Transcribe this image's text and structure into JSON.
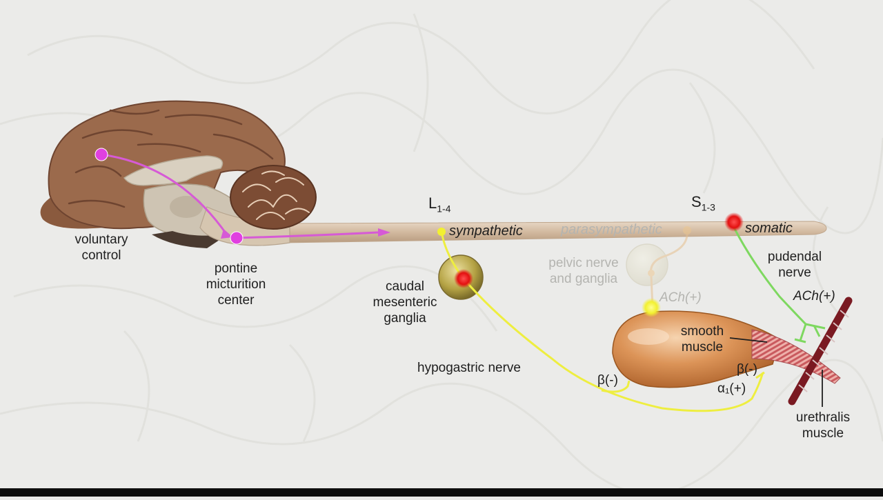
{
  "labels": {
    "voluntary_control": "voluntary\ncontrol",
    "pontine": "pontine\nmicturition\ncenter",
    "L_main": "L",
    "L_sub": "1-4",
    "S_main": "S",
    "S_sub": "1-3",
    "sympathetic": "sympathetic",
    "parasympathetic": "parasympathetic",
    "somatic": "somatic",
    "caudal": "caudal\nmesenteric\nganglia",
    "pelvic": "pelvic nerve\nand ganglia",
    "ach_faded": "ACh(+)",
    "pudendal": "pudendal\nnerve",
    "ach_right": "ACh(+)",
    "smooth_muscle": "smooth\nmuscle",
    "hypogastric": "hypogastric nerve",
    "beta_left": "β(-)",
    "beta_right": "β(-)",
    "alpha": "α₁(+)",
    "urethralis": "urethralis\nmuscle"
  },
  "colors": {
    "background": "#ebebe9",
    "brain": "#9b6a4c",
    "spinal_cord": "#d8c4ae",
    "pathway_voluntary": "#d65ad6",
    "pathway_sympathetic": "#eeee40",
    "pathway_somatic": "#7ed860",
    "neuron_red": "#e31010",
    "bladder": "#d8894e",
    "urethralis": "#7a1a22"
  },
  "icons": [
    "brain-icon",
    "cerebellum-icon",
    "bladder-icon",
    "ganglion-icon"
  ]
}
